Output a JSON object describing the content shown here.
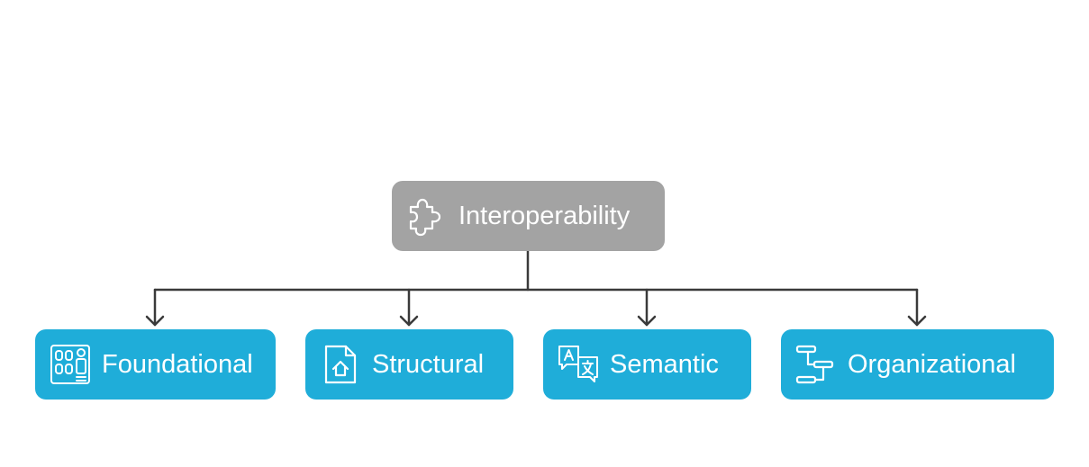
{
  "colors": {
    "root_fill": "#a3a3a3",
    "child_fill": "#1fadd9",
    "connector": "#3a3a3a",
    "text": "#ffffff"
  },
  "root": {
    "label": "Interoperability",
    "icon": "puzzle-piece-icon"
  },
  "children": [
    {
      "label": "Foundational",
      "icon": "building-blocks-icon"
    },
    {
      "label": "Structural",
      "icon": "document-house-icon"
    },
    {
      "label": "Semantic",
      "icon": "translate-icon"
    },
    {
      "label": "Organizational",
      "icon": "flowchart-icon"
    }
  ]
}
